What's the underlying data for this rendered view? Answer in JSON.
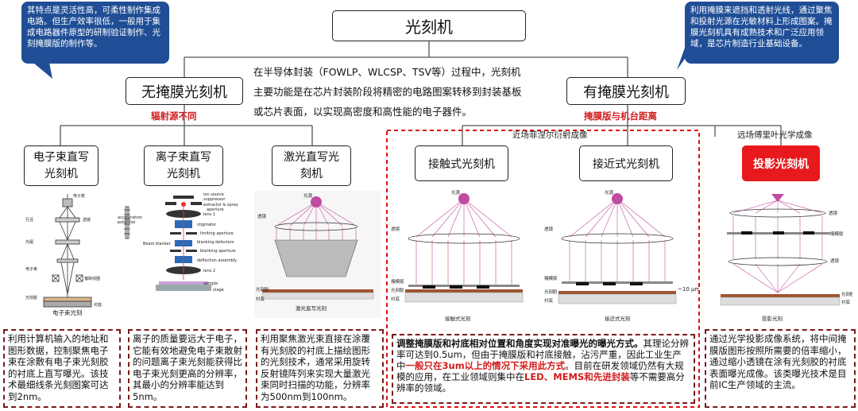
{
  "title": "光刻机",
  "intro": [
    "在半导体封装（FOWLP、WLCSP、TSV等）过程中，光刻机",
    "主要功能是在芯片封装阶段将精密的电路图案转移到封装基板",
    "或芯片表面，以实现高密度和高性能的电子器件。"
  ],
  "left_callout": "其特点是灵活性高，可柔性制作集成电路。但生产效率很低，一般用于集成电路器件原型的研制验证制作、光刻掩膜版的制作等。",
  "right_callout": "利用掩膜来遮挡和透射光线，通过聚焦和投射光源在光敏材料上形成图案。掩膜光刻机具有成熟技术和广泛应用领域，是芯片制造行业基础设备。",
  "maskless": {
    "label": "无掩膜光刻机",
    "note": "辐射源不同"
  },
  "masked": {
    "label": "有掩膜光刻机",
    "note": "掩膜版与机台距离"
  },
  "near_field": "近场菲涅尔衍射成像",
  "far_field": "远场傅里叶光学成像",
  "machines": [
    {
      "name_lines": [
        "电子束直写",
        "光刻机"
      ],
      "caption": "电子束光刻"
    },
    {
      "name_lines": [
        "离子束直写",
        "光刻机"
      ],
      "caption": ""
    },
    {
      "name_lines": [
        "激光直写光",
        "刻机"
      ],
      "caption": "激光直写光刻"
    },
    {
      "name_lines": [
        "接触式光刻机"
      ],
      "caption": "接触式光刻"
    },
    {
      "name_lines": [
        "接近式光刻机"
      ],
      "caption": "接近式光刻"
    },
    {
      "name_lines": [
        "投影光刻机"
      ],
      "caption": "投影光刻"
    }
  ],
  "diagram_labels": {
    "light_source": "光源",
    "lens": "透镜",
    "mask": "掩模版",
    "photoresist": "光刻胶",
    "substrate": "衬底",
    "gap": "~10 μm",
    "eb_labels": [
      "电子枪",
      "透镜",
      "孔径",
      "光阑",
      "偏转线圈",
      "电子束",
      "衬底",
      "光刻胶"
    ],
    "ion_labels": [
      "ion source",
      "suppressor",
      "extractor & spray",
      "aperture",
      "lens 1",
      "stigmator",
      "limiting aperture",
      "blanking defectors",
      "blanking aperture",
      "deflection assembly",
      "lens 2",
      "sample",
      "stage",
      "acceleration",
      "potential",
      "Beam blanker"
    ]
  },
  "descriptions": {
    "ebeam": "利用计算机输入的地址和图形数据，控制聚焦电子束在涂敷有电子束光刻胶的衬底上直写曝光。该技术最细线条光刻图案可达到2nm。",
    "ion": "离子的质量要远大于电子，它能有效地避免电子束散射的问题离子束光刻能获得比电子束光刻更高的分辨率，其最小的分辨率能达到5nm。",
    "laser": "利用聚焦激光束直接在涂覆有光刻胶的衬底上描绘图形的光刻技术，通常采用旋转反射镜阵列来实现大量激光束同时扫描的功能，分辨率为500nm到100nm。",
    "contact_parts": {
      "bold": "调整掩膜版和衬底相对位置和角度实现对准曝光的曝光方式。",
      "t1": "其理论分辨率可达到0.5um，但由于掩膜版和衬底接触，沾污严重，因此工业生产中",
      "red1": "一般只在3um以上的情况下采用此方式",
      "t2": "。目前在研发领域仍然有大规模的应用，在工业领域则集中在",
      "red2": "LED、MEMS和先进封装",
      "t3": "等不需要高分辨率的领域。"
    },
    "projection": "通过光学投影成像系统，将中间掩膜版图形按照所需要的倍率缩小，通过缩小透镜在涂有光刻胶的衬底表面曝光成像。该类曝光技术是目前IC生产领域的主流。"
  },
  "colors": {
    "callout_bg": "#1f4e96",
    "red": "#d21b1b",
    "projection_bg": "#e8191c",
    "desc_border": "#7a1a1a"
  }
}
